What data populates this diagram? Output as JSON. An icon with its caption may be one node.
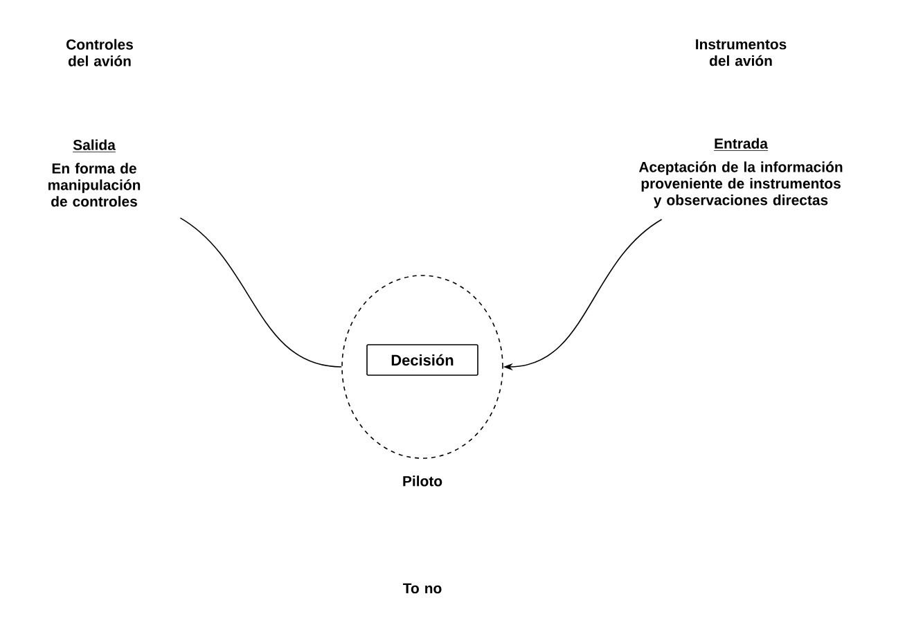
{
  "diagram": {
    "nodes": [
      {
        "text": [],
        "shape": "circle",
        "beside": [
          "Piloto"
        ]
      },
      {
        "text": [
          "Decisión"
        ],
        "in": 0
      },
      {
        "text": [
          "Salida",
          "En forma de manipulación de controles"
        ]
      },
      {
        "text": [
          "Entrada",
          "Aceptación de la información proveniente de instrumentos y observaciones directas"
        ]
      }
    ],
    "edges": [
      {
        "from": 0,
        "to": 2,
        "arrow": "none"
      },
      {
        "from": 3,
        "to": 0,
        "arrow": "to"
      }
    ],
    "labels": [
      "Controles del avión",
      "Instrumentos del avión",
      "To no"
    ]
  }
}
